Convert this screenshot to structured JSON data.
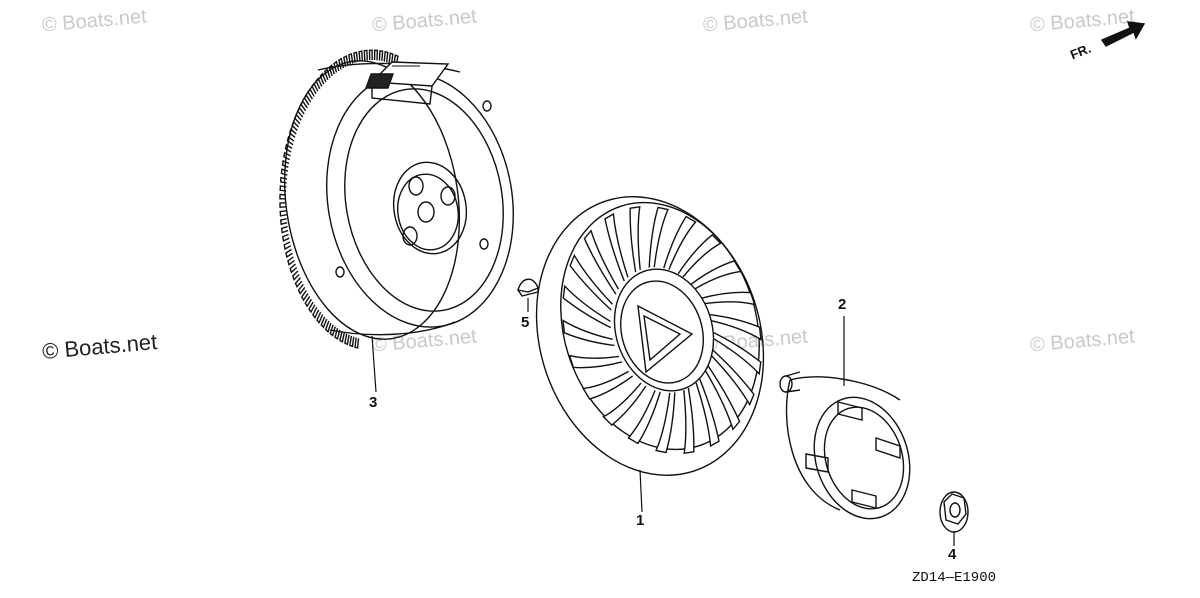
{
  "watermarks": {
    "w1": "© Boats.net",
    "w2": "© Boats.net",
    "w3": "© Boats.net",
    "w4": "© Boats.net",
    "w5": "© Boats.net",
    "w6": "© Boats.net",
    "w7": "© Boats.net",
    "main": "© Boats.net"
  },
  "direction": {
    "label": "FR."
  },
  "callouts": {
    "fan": "1",
    "starter_pulley": "2",
    "flywheel": "3",
    "nut": "4",
    "key": "5"
  },
  "diagram_code": "ZD14—E1900",
  "colors": {
    "line": "#111111",
    "watermark": "#c9c9c9"
  }
}
